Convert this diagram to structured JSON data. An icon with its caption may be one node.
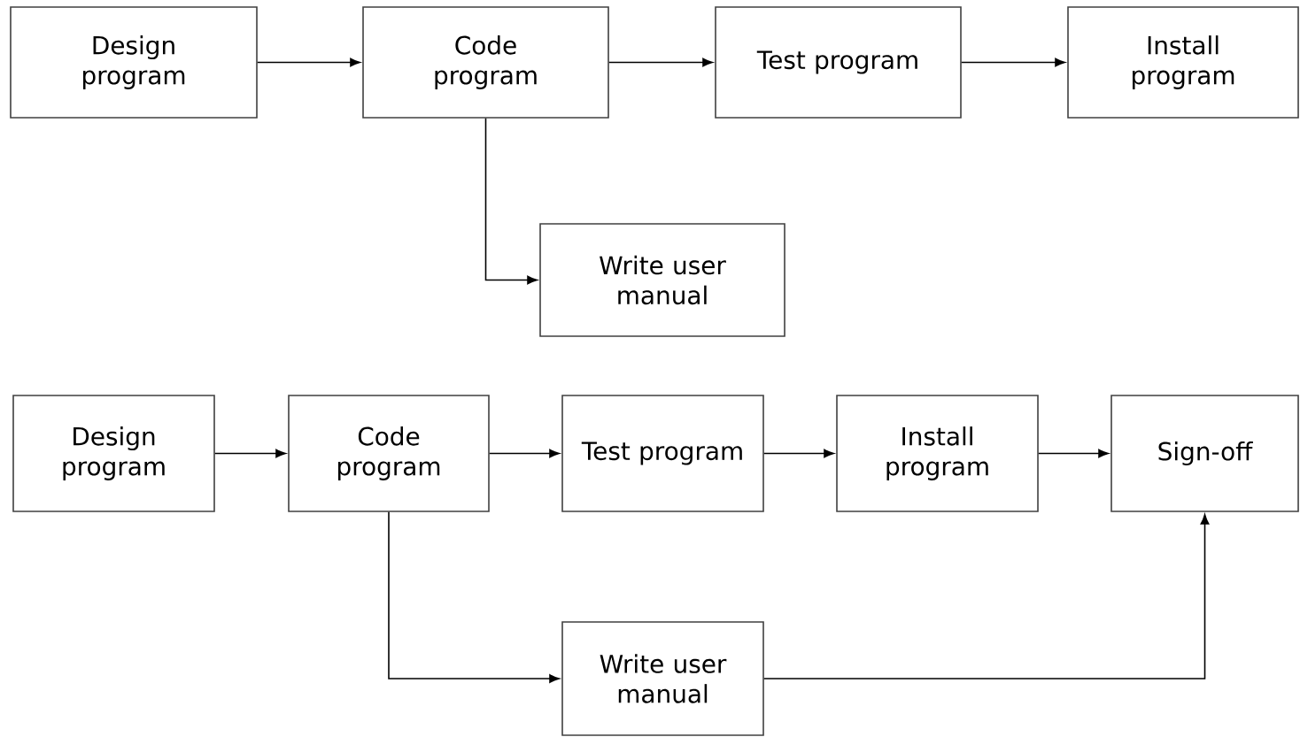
{
  "diagram": {
    "nodes": [
      {
        "text": [
          "Design program"
        ]
      },
      {
        "text": [
          "Code program"
        ]
      },
      {
        "text": [
          "Test program"
        ]
      },
      {
        "text": [
          "Install program"
        ]
      },
      {
        "text": [
          "Write user manual"
        ]
      },
      {
        "text": [
          "Design program"
        ]
      },
      {
        "text": [
          "Code program"
        ]
      },
      {
        "text": [
          "Test program"
        ]
      },
      {
        "text": [
          "Install program"
        ]
      },
      {
        "text": [
          "Sign-off"
        ]
      },
      {
        "text": [
          "Write user manual"
        ]
      }
    ],
    "edges": [
      {
        "from": 0,
        "to": 1,
        "arrow": "to"
      },
      {
        "from": 1,
        "to": 2,
        "arrow": "to"
      },
      {
        "from": 2,
        "to": 3,
        "arrow": "to"
      },
      {
        "from": 1,
        "to": 4,
        "arrow": "to"
      },
      {
        "from": 5,
        "to": 6,
        "arrow": "to"
      },
      {
        "from": 6,
        "to": 7,
        "arrow": "to"
      },
      {
        "from": 7,
        "to": 8,
        "arrow": "to"
      },
      {
        "from": 8,
        "to": 9,
        "arrow": "to"
      },
      {
        "from": 6,
        "to": 10,
        "arrow": "to"
      },
      {
        "from": 10,
        "to": 9,
        "arrow": "to"
      }
    ]
  }
}
